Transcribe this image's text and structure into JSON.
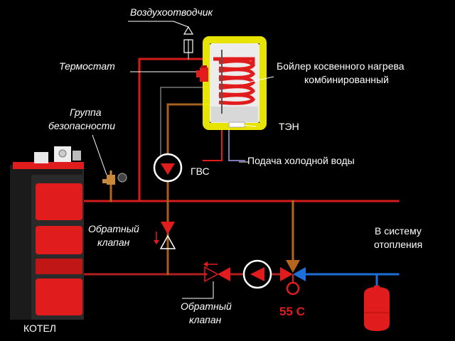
{
  "labels": {
    "air_vent": "Воздухоотводчик",
    "thermostat": "Термостат",
    "safety_group_1": "Группа",
    "safety_group_2": "безопасности",
    "indirect_heater_1": "Бойлер косвенного нагрева",
    "indirect_heater_2": "комбинированный",
    "heating_element": "ТЭН",
    "hot_water": "ГВС",
    "cold_water_supply": "Подача холодной воды",
    "check_valve_top_1": "Обратный",
    "check_valve_top_2": "клапан",
    "heating_system_1": "В систему",
    "heating_system_2": "отопления",
    "check_valve_bottom_1": "Обратный",
    "check_valve_bottom_2": "клапан",
    "mix_temperature": "55 С",
    "boiler": "КОТЕЛ"
  },
  "colors": {
    "supply_pipe": "#e01c1c",
    "return_pipe": "#c0c0c0",
    "cold_pipe": "#1e6fd9",
    "tank_glow": "#f2f000",
    "copper_pipe": "#b5651d"
  }
}
